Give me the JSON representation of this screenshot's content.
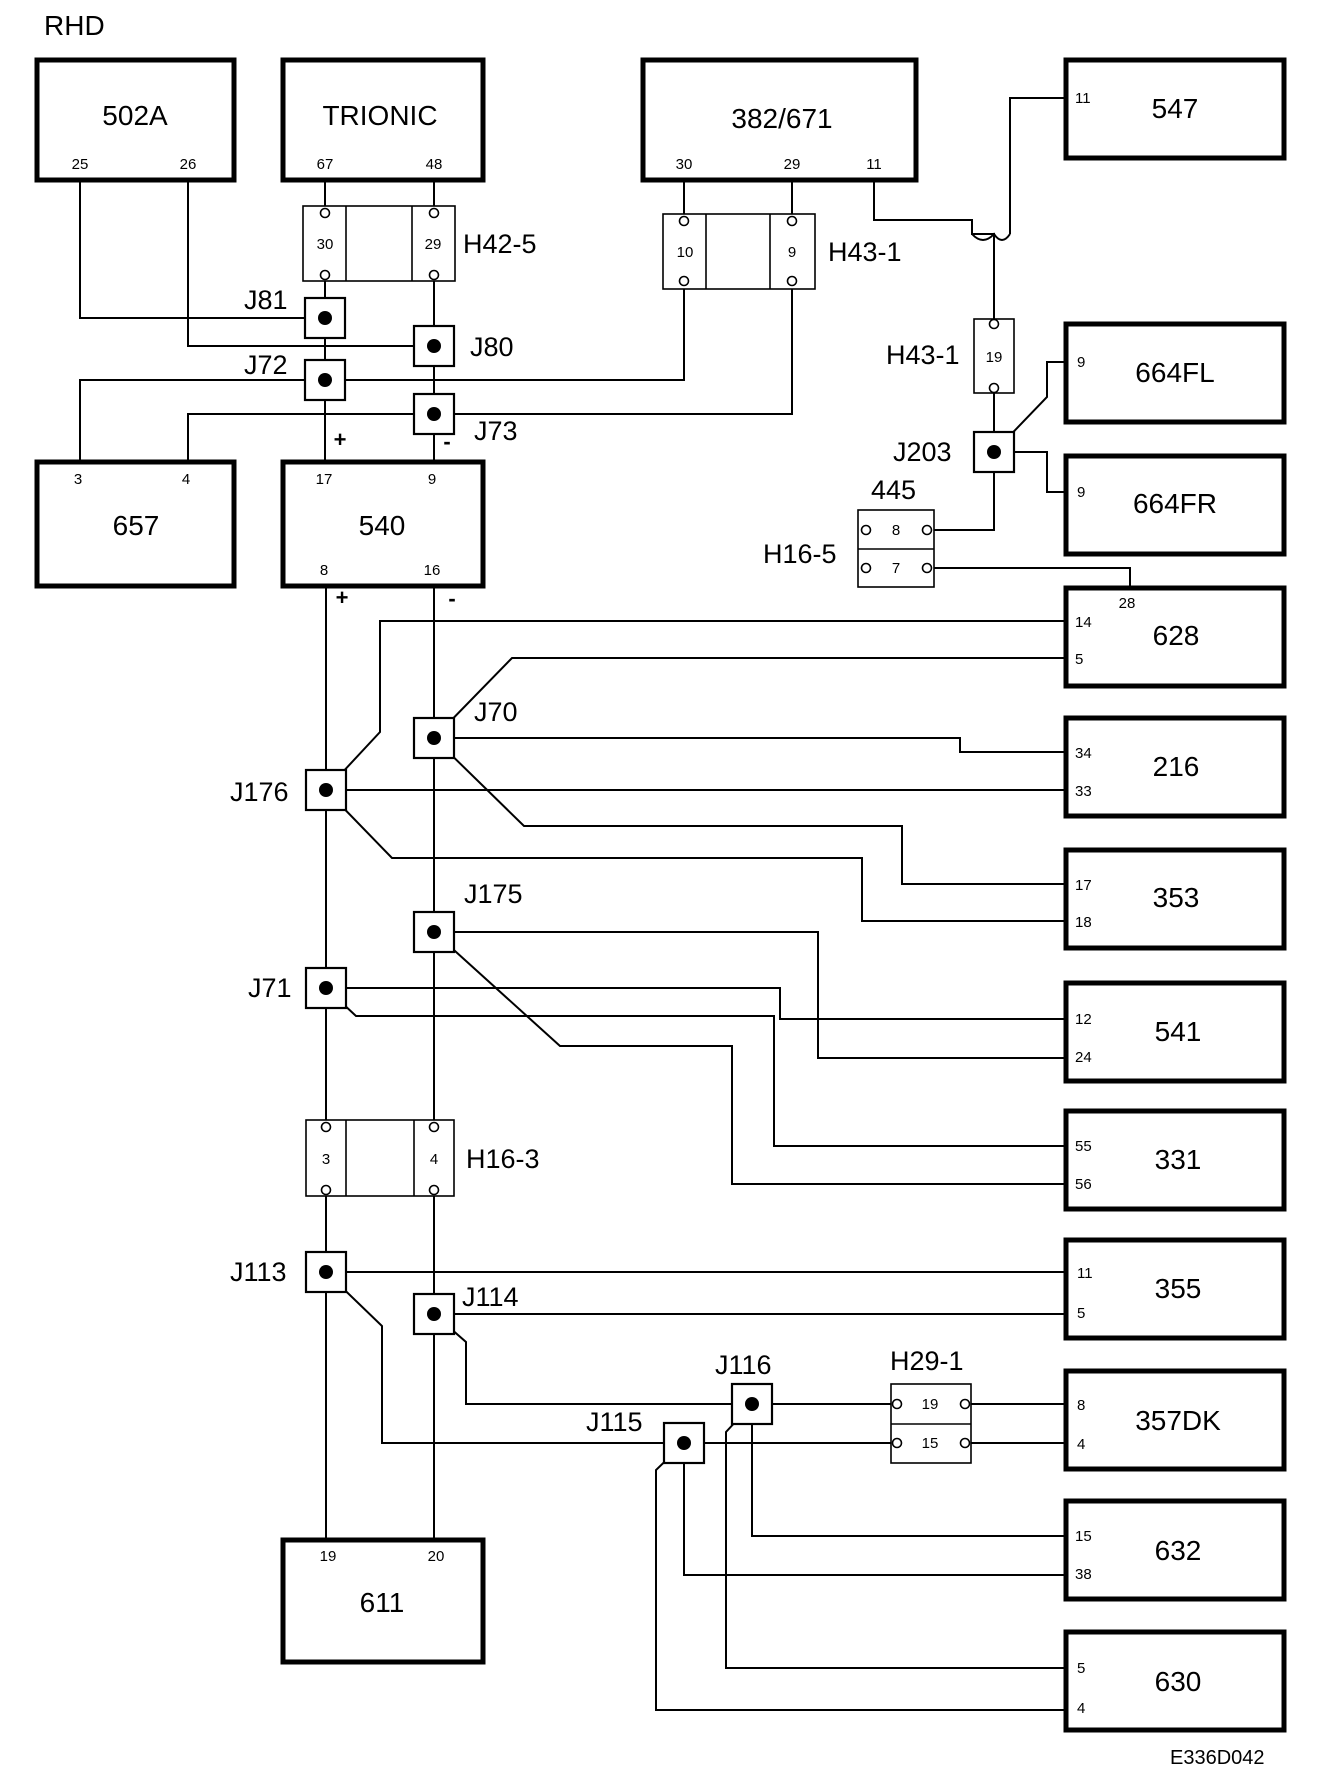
{
  "diagram": {
    "corner_label": "RHD",
    "figure_code": "E336D042"
  },
  "boxes": {
    "b502A": {
      "label": "502A",
      "pins": [
        "25",
        "26"
      ]
    },
    "bTRIONIC": {
      "label": "TRIONIC",
      "pins": [
        "67",
        "48"
      ]
    },
    "b382": {
      "label": "382/671",
      "pins": [
        "30",
        "29",
        "11"
      ]
    },
    "b547": {
      "label": "547",
      "pins": [
        "11"
      ]
    },
    "b664FL": {
      "label": "664FL",
      "pins": [
        "9"
      ]
    },
    "b664FR": {
      "label": "664FR",
      "pins": [
        "9"
      ]
    },
    "b657": {
      "label": "657",
      "pins": [
        "3",
        "4"
      ]
    },
    "b540": {
      "label": "540",
      "pins": [
        "17",
        "9",
        "8",
        "16"
      ]
    },
    "b628": {
      "label": "628",
      "pins": [
        "28",
        "14",
        "5"
      ]
    },
    "b216": {
      "label": "216",
      "pins": [
        "34",
        "33"
      ]
    },
    "b353": {
      "label": "353",
      "pins": [
        "17",
        "18"
      ]
    },
    "b541": {
      "label": "541",
      "pins": [
        "12",
        "24"
      ]
    },
    "b331": {
      "label": "331",
      "pins": [
        "55",
        "56"
      ]
    },
    "b355": {
      "label": "355",
      "pins": [
        "11",
        "5"
      ]
    },
    "b357DK": {
      "label": "357DK",
      "pins": [
        "8",
        "4"
      ]
    },
    "b632": {
      "label": "632",
      "pins": [
        "15",
        "38"
      ]
    },
    "b630": {
      "label": "630",
      "pins": [
        "5",
        "4"
      ]
    },
    "b611": {
      "label": "611",
      "pins": [
        "19",
        "20"
      ]
    }
  },
  "connectors": {
    "H42_5": {
      "label": "H42-5",
      "pins": [
        "30",
        "29"
      ]
    },
    "H43_1_top": {
      "label": "H43-1",
      "pins": [
        "10",
        "9"
      ]
    },
    "H43_1_side": {
      "label": "H43-1",
      "pins": [
        "19"
      ]
    },
    "H16_5": {
      "label": "H16-5",
      "sublabel": "445",
      "pins": [
        "8",
        "7"
      ]
    },
    "H16_3": {
      "label": "H16-3",
      "pins": [
        "3",
        "4"
      ]
    },
    "H29_1": {
      "label": "H29-1",
      "pins": [
        "19",
        "15"
      ]
    }
  },
  "junctions": {
    "J81": "J81",
    "J80": "J80",
    "J72": "J72",
    "J73": "J73",
    "J203": "J203",
    "J70": "J70",
    "J176": "J176",
    "J175": "J175",
    "J71": "J71",
    "J113": "J113",
    "J114": "J114",
    "J116": "J116",
    "J115": "J115"
  },
  "polarity": {
    "plus": "+",
    "minus": "-"
  }
}
